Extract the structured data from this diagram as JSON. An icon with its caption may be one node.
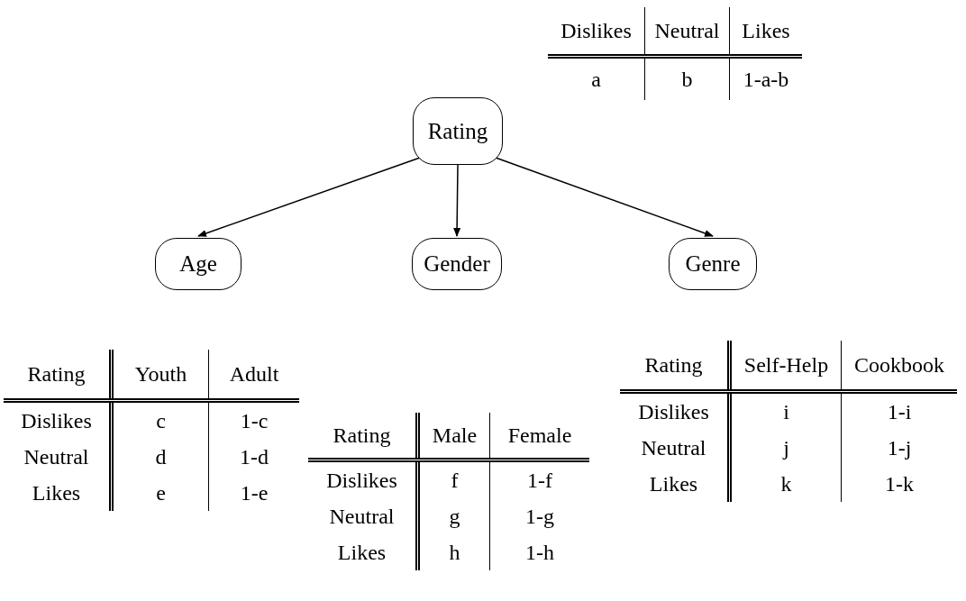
{
  "diagram": {
    "nodes": [
      {
        "text": [
          "Rating"
        ]
      },
      {
        "text": [
          "Age"
        ]
      },
      {
        "text": [
          "Gender"
        ]
      },
      {
        "text": [
          "Genre"
        ]
      }
    ],
    "edges": [
      {
        "from": 0,
        "to": 1,
        "arrow": "to"
      },
      {
        "from": 0,
        "to": 2,
        "arrow": "to"
      },
      {
        "from": 0,
        "to": 3,
        "arrow": "to"
      }
    ],
    "labels": [
      "Dislikes",
      "Neutral",
      "Likes",
      "a",
      "b",
      "1-a-b",
      "Rating",
      "Youth",
      "Adult",
      "Dislikes",
      "c",
      "1-c",
      "Neutral",
      "d",
      "1-d",
      "Likes",
      "e",
      "1-e",
      "Rating",
      "Male",
      "Female",
      "Dislikes",
      "f",
      "1-f",
      "Neutral",
      "g",
      "1-g",
      "Likes",
      "h",
      "1-h",
      "Rating",
      "Self-Help",
      "Cookbook",
      "Dislikes",
      "i",
      "1-i",
      "Neutral",
      "j",
      "1-j",
      "Likes",
      "k",
      "1-k"
    ]
  }
}
